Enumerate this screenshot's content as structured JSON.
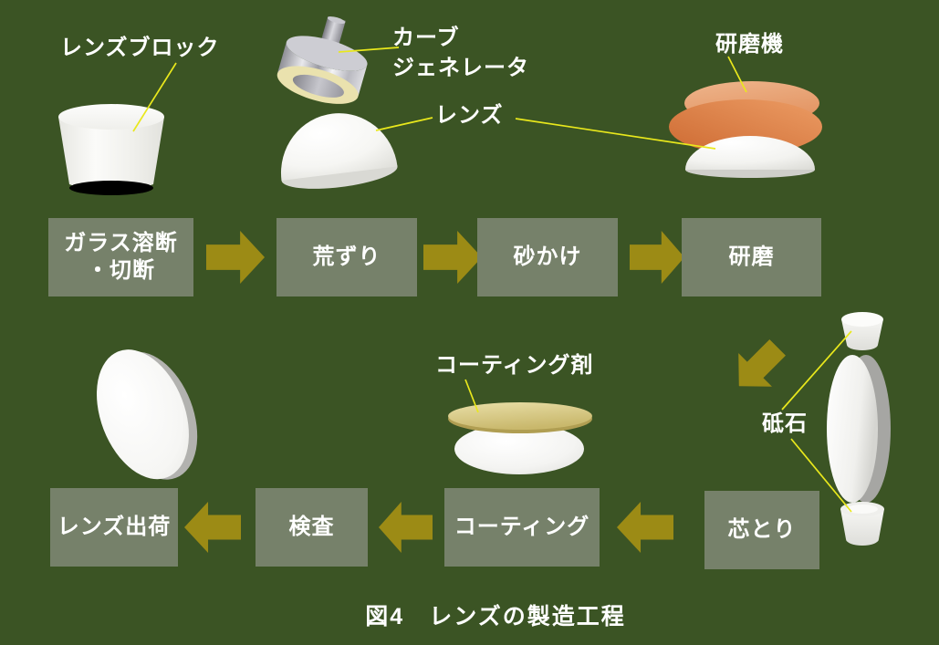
{
  "figure": {
    "caption": "図4　レンズの製造工程",
    "background_color": "#3b5424",
    "box_color": "#76816a",
    "arrow_color": "#9c8b15",
    "leader_line_color": "#e9e81c",
    "text_color": "#ffffff"
  },
  "annotations": {
    "lens_block": "レンズブロック",
    "curve_generator_line1": "カーブ",
    "curve_generator_line2": "ジェネレータ",
    "lens": "レンズ",
    "polishing_machine": "研磨機",
    "grindstone": "砥石",
    "coating_agent": "コーティング剤"
  },
  "flow_row1": [
    {
      "line1": "ガラス溶断",
      "line2": "・切断"
    },
    {
      "label": "荒ずり"
    },
    {
      "label": "砂かけ"
    },
    {
      "label": "研磨"
    }
  ],
  "flow_row2": [
    {
      "label": "芯とり"
    },
    {
      "label": "コーティング"
    },
    {
      "label": "検査"
    },
    {
      "label": "レンズ出荷"
    }
  ]
}
